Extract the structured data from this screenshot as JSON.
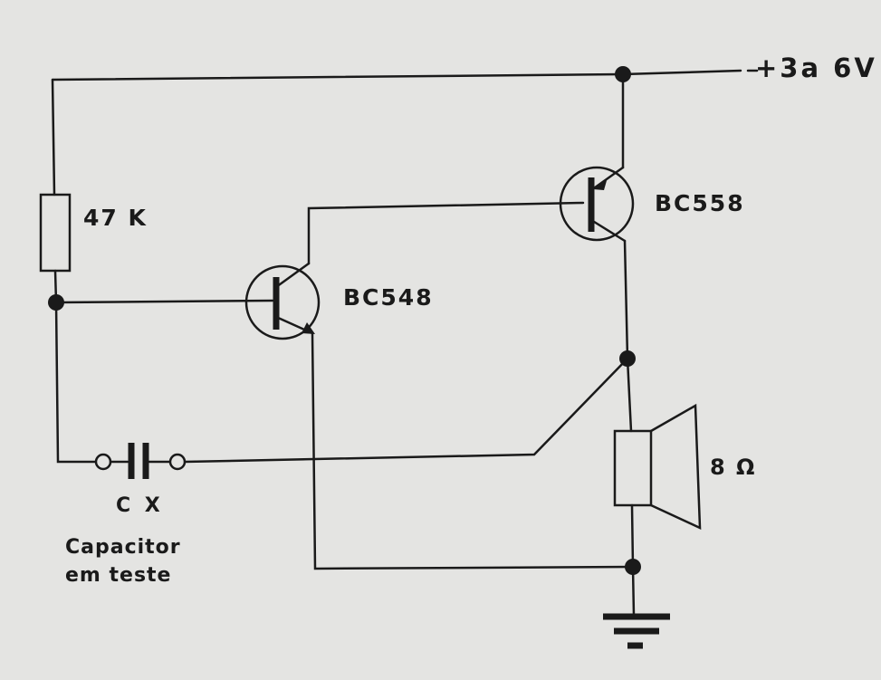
{
  "labels": {
    "supply": "+3a 6V",
    "resistor": "47 K",
    "transistor_npn": "BC548",
    "transistor_pnp": "BC558",
    "speaker": "8 Ω",
    "capacitor_id": "C X",
    "capacitor_desc_line1": "Capacitor",
    "capacitor_desc_line2": "em teste"
  },
  "colors": {
    "background": "#e4e4e2",
    "ink": "#1a1a1a"
  }
}
